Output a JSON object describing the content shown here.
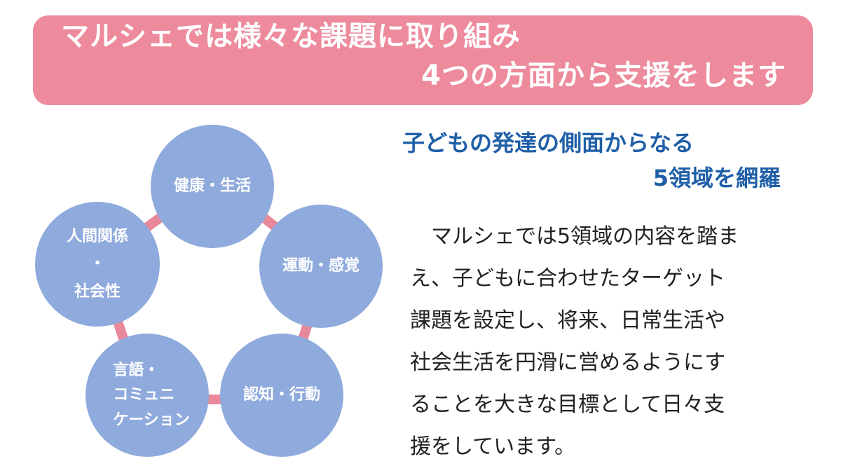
{
  "banner": {
    "line1": "マルシェでは様々な課題に取り組み",
    "line2": "4つの方面から支援をします",
    "color": "#ed8b9c"
  },
  "diagram": {
    "bubble_color": "#8faadc",
    "ring_color": "#e8899b",
    "nodes": [
      {
        "label": "健康・生活"
      },
      {
        "label": "運動・感覚"
      },
      {
        "label": "認知・行動"
      },
      {
        "label": "言語・\nコミュニ\nケーション"
      },
      {
        "label": "人間関係\n・\n社会性"
      }
    ]
  },
  "subheading": {
    "line1": "子どもの発達の側面からなる",
    "line2": "5領域を網羅",
    "color": "#1f5fa8"
  },
  "body": {
    "lines": [
      "マルシェでは5領域の内容を踏ま",
      "え、子どもに合わせたターゲット",
      "課題を設定し、将来、日常生活や",
      "社会生活を円滑に営めるようにす",
      "ることを大きな目標として日々支",
      "援をしています。"
    ]
  }
}
